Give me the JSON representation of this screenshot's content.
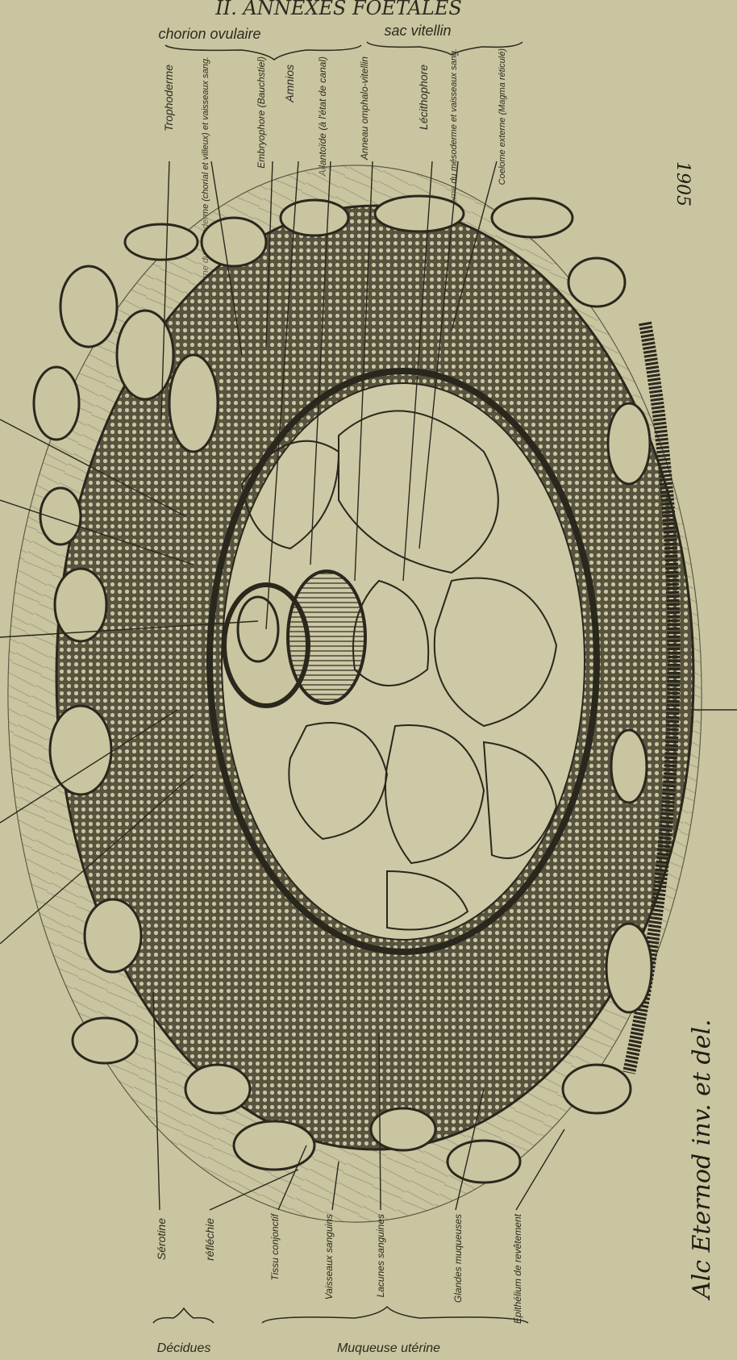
{
  "title": "II. ANNEXES FOETALES",
  "groups": {
    "chorion": "chorion ovulaire",
    "sac": "sac vitellin",
    "decidues": "Décidues",
    "muqueuse": "Muqueuse utérine"
  },
  "top_labels": [
    "Trophoderme",
    "Lame externe du mésoderme (chorial et villeux) et vaisseaux sang.",
    "Embryophore (Bauchstiel)",
    "Amnios",
    "Allantoïde (à l'état de canal)",
    "Anneau omphalo-vitellin",
    "Lécithophore",
    "Lame interne du mésoderme et vaisseaux sang.",
    "Coelome externe (Magma réticulé)"
  ],
  "bottom_labels": [
    "Sérotine",
    "réfléchie",
    "Tissu conjonctif",
    "Vaisseaux sanguins",
    "Lacunes sanguines",
    "Glandes muqueuses",
    "Epithélium de revêtement"
  ],
  "year": "1905",
  "signature": "Alc Eternod inv. et del.",
  "colors": {
    "paper": "#c9c5a0",
    "ink": "#2a271d",
    "tissue": "#6f6a55"
  }
}
